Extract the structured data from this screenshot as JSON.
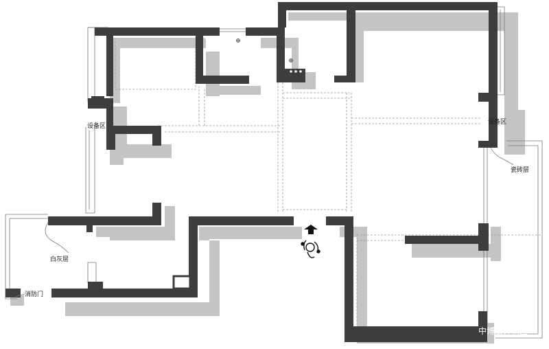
{
  "labels": {
    "equipment_zone_left": "设备区",
    "equipment_zone_right": "设备区",
    "tile_layer": "瓷砖层",
    "lime_layer": "白灰层",
    "fire_door": "消防门"
  },
  "watermark": "中博装饰供图",
  "icons": {
    "entry_arrow": "up-arrow-icon",
    "person": "walking-person-icon",
    "burner": "burner-dots-icon"
  },
  "colors": {
    "wall": "#3d3d3d",
    "shadow": "#c4c4c4",
    "line": "#777777",
    "background": "#ffffff"
  }
}
